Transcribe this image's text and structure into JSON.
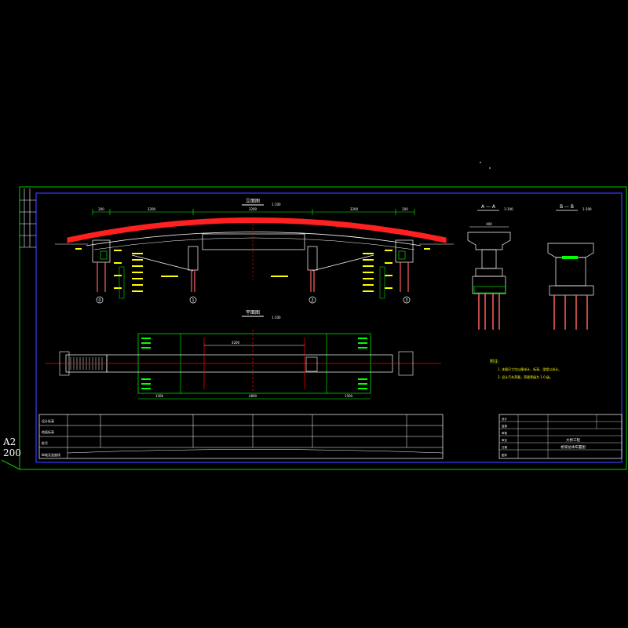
{
  "sheet": {
    "size_label": "A2",
    "size_value": "200",
    "colors": {
      "background": "#000000",
      "border": "#00cc00",
      "frame": "#3a3aff",
      "deck": "#ff2020",
      "lines": "#ffffff",
      "dims": "#00ff00",
      "notes": "#ffff00",
      "piles": "#ff6060",
      "axis": "#ff0000"
    }
  },
  "elevation": {
    "title": "立面图",
    "scale": "1:100",
    "spans": [
      "200",
      "3200",
      "3200",
      "3200",
      "200"
    ],
    "pier_numbers": [
      "0",
      "1",
      "2",
      "3"
    ]
  },
  "plan": {
    "title": "平面图",
    "scale": "1:100",
    "dims_bottom": [
      "1500",
      "4800",
      "1500"
    ],
    "center_dim": "3200"
  },
  "section_a": {
    "title": "A — A",
    "scale": "1:100",
    "top_dim": "400"
  },
  "section_b": {
    "title": "B — B",
    "scale": "1:100"
  },
  "notes": {
    "title": "附注:",
    "items": [
      "1. 本图尺寸均以厘米计，标高、里程以米计。",
      "2. 设计汽车荷载，荷载等级为 1.0 级。"
    ]
  },
  "profile_table": {
    "rows": [
      "设计标高",
      "地面标高",
      "桩号",
      "纵坡及竖曲线"
    ]
  },
  "title_block": {
    "drawing_name": "桥梁总体布置图",
    "project": "大桥工程",
    "fields": [
      "设计",
      "复核",
      "审核",
      "审定",
      "日期",
      "图号"
    ]
  }
}
